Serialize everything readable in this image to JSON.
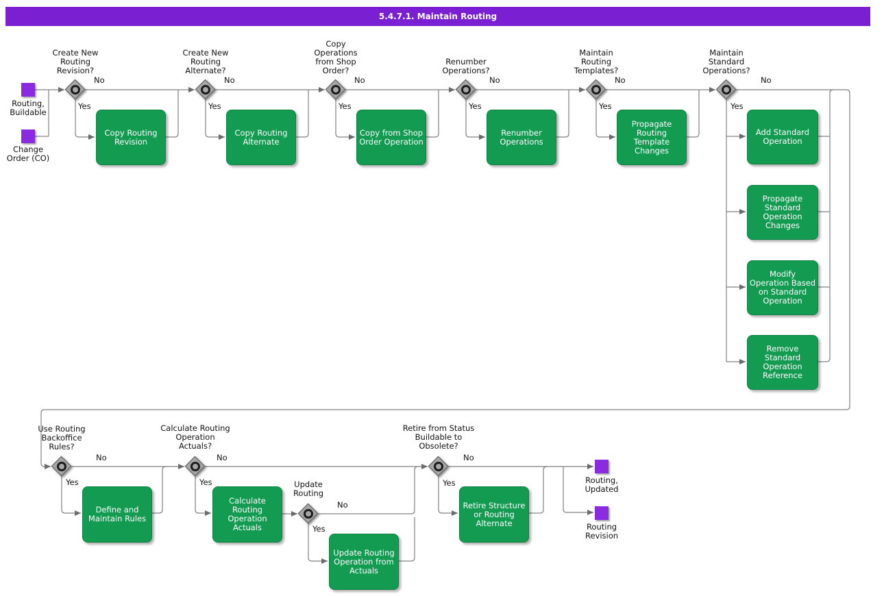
{
  "title": "5.4.7.1. Maintain Routing",
  "labels": {
    "yes": "Yes",
    "no": "No"
  },
  "colors": {
    "title_bar": "#7A1FD2",
    "title_text": "#FFFFFF",
    "process_fill": "#149B52",
    "start_end_fill": "#8A2BE2",
    "decision_fill": "#A6A6A6",
    "line": "#808080",
    "text": "#111111"
  },
  "start_nodes": [
    {
      "label": "Routing,\nBuildable"
    },
    {
      "label": "Change\nOrder (CO)"
    }
  ],
  "end_nodes": [
    {
      "label": "Routing,\nUpdated"
    },
    {
      "label": "Routing\nRevision"
    }
  ],
  "decisions": [
    {
      "label": "Create New\nRouting\nRevision?"
    },
    {
      "label": "Create New\nRouting\nAlternate?"
    },
    {
      "label": "Copy\nOperations\nfrom Shop\nOrder?"
    },
    {
      "label": "Renumber\nOperations?"
    },
    {
      "label": "Maintain\nRouting\nTemplates?"
    },
    {
      "label": "Maintain\nStandard\nOperations?"
    },
    {
      "label": "Use Routing\nBackoffice\nRules?"
    },
    {
      "label": "Calculate Routing\nOperation\nActuals?"
    },
    {
      "label": "Update\nRouting"
    },
    {
      "label": "Retire from Status\nBuildable to\nObsolete?"
    }
  ],
  "processes": [
    {
      "label": "Copy Routing\nRevision"
    },
    {
      "label": "Copy Routing\nAlternate"
    },
    {
      "label": "Copy from Shop\nOrder Operation"
    },
    {
      "label": "Renumber\nOperations"
    },
    {
      "label": "Propagate\nRouting\nTemplate\nChanges"
    },
    {
      "label": "Add Standard\nOperation"
    },
    {
      "label": "Propagate\nStandard\nOperation\nChanges"
    },
    {
      "label": "Modify\nOperation Based\non Standard\nOperation"
    },
    {
      "label": "Remove\nStandard\nOperation\nReference"
    },
    {
      "label": "Define and\nMaintain Rules"
    },
    {
      "label": "Calculate\nRouting\nOperation\nActuals"
    },
    {
      "label": "Update Routing\nOperation from\nActuals"
    },
    {
      "label": "Retire Structure\nor Routing\nAlternate"
    }
  ]
}
